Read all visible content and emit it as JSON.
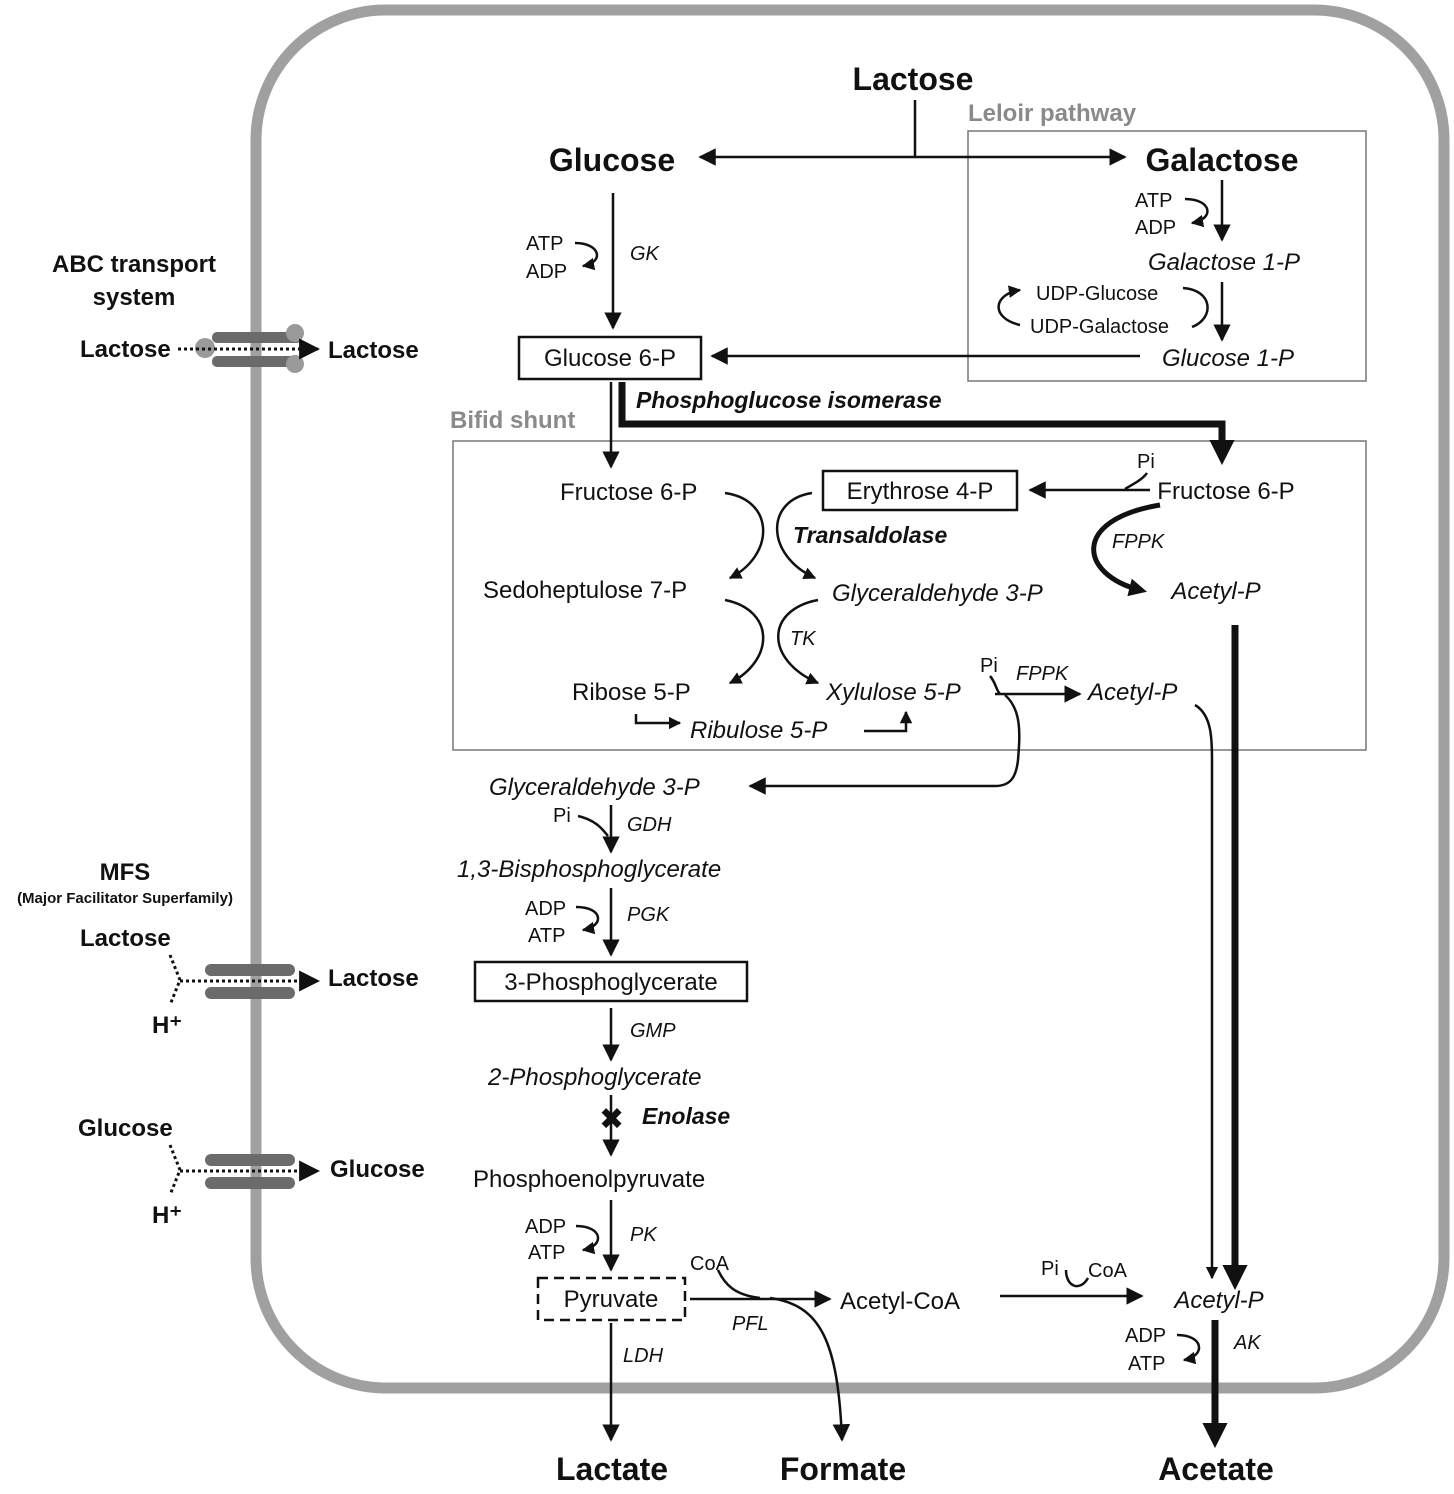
{
  "sections": {
    "leloir": "Leloir pathway",
    "bifid": "Bifid shunt"
  },
  "transport": {
    "abc_title_1": "ABC transport",
    "abc_title_2": "system",
    "abc_left": "Lactose",
    "abc_right": "Lactose",
    "mfs_title": "MFS",
    "mfs_subtitle": "(Major Facilitator Superfamily)",
    "mfs_lactose_out": "Lactose",
    "mfs_h": "H⁺",
    "mfs_lactose_in": "Lactose",
    "glc_out": "Glucose",
    "glc_h": "H⁺",
    "glc_in": "Glucose"
  },
  "metabolites": {
    "lactose": "Lactose",
    "glucose": "Glucose",
    "galactose": "Galactose",
    "galactose_1p": "Galactose 1-P",
    "udp_glucose": "UDP-Glucose",
    "udp_galactose": "UDP-Galactose",
    "glucose_1p": "Glucose 1-P",
    "glucose_6p": "Glucose 6-P",
    "fructose_6p_left": "Fructose 6-P",
    "erythrose_4p": "Erythrose 4-P",
    "fructose_6p_right": "Fructose 6-P",
    "sedoheptulose_7p": "Sedoheptulose 7-P",
    "gap_upper": "Glyceraldehyde 3-P",
    "acetyl_p_upper": "Acetyl-P",
    "ribose_5p": "Ribose 5-P",
    "xylulose_5p": "Xylulose 5-P",
    "acetyl_p_mid": "Acetyl-P",
    "ribulose_5p": "Ribulose 5-P",
    "gap_lower": "Glyceraldehyde 3-P",
    "bpg": "1,3-Bisphosphoglycerate",
    "pg3": "3-Phosphoglycerate",
    "pg2": "2-Phosphoglycerate",
    "pep": "Phosphoenolpyruvate",
    "pyruvate": "Pyruvate",
    "acetyl_coa": "Acetyl-CoA",
    "acetyl_p_lower": "Acetyl-P",
    "lactate": "Lactate",
    "formate": "Formate",
    "acetate": "Acetate"
  },
  "cofactors": {
    "atp": "ATP",
    "adp": "ADP",
    "pi": "Pi",
    "coa": "CoA"
  },
  "enzymes": {
    "gk": "GK",
    "pgi": "Phosphoglucose isomerase",
    "transaldolase": "Transaldolase",
    "fppk": "FPPK",
    "tk": "TK",
    "gdh": "GDH",
    "pgk": "PGK",
    "gmp": "GMP",
    "enolase": "Enolase",
    "pk": "PK",
    "pfl": "PFL",
    "ldh": "LDH",
    "ak": "AK"
  }
}
